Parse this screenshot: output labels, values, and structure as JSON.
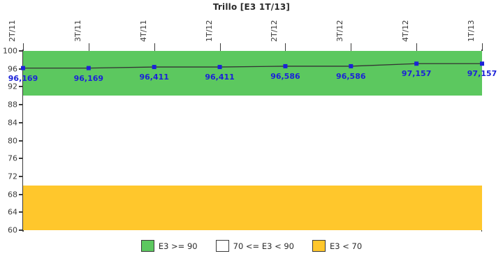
{
  "chart_data": {
    "type": "line",
    "title": "Trillo [E3 1T/13]",
    "xlabel": "",
    "ylabel": "",
    "categories": [
      "2T/11",
      "3T/11",
      "4T/11",
      "1T/12",
      "2T/12",
      "3T/12",
      "4T/12",
      "1T/13"
    ],
    "series": [
      {
        "name": "E3",
        "values": [
          96.169,
          96.169,
          96.411,
          96.411,
          96.586,
          96.586,
          97.157,
          97.157
        ],
        "value_labels": [
          "96,169",
          "96,169",
          "96,411",
          "96,411",
          "96,586",
          "96,586",
          "97,157",
          "97,157"
        ],
        "line_color": "#333333",
        "marker_color": "#1c22d8",
        "marker": "square"
      }
    ],
    "ylim": [
      60,
      100
    ],
    "yticks": [
      60,
      64,
      68,
      72,
      76,
      80,
      84,
      88,
      92,
      96,
      100
    ],
    "ytick_labels": [
      "60",
      "64",
      "68",
      "72",
      "76",
      "80",
      "84",
      "88",
      "92",
      "96",
      "100"
    ],
    "grid": false,
    "legend_position": "bottom",
    "bands": [
      {
        "name": "green-band",
        "label": "E3 >= 90",
        "from": 90,
        "to": 100,
        "color": "#5cc85f"
      },
      {
        "name": "white-band",
        "label": "70 <= E3 < 90",
        "from": 70,
        "to": 90,
        "color": "#ffffff"
      },
      {
        "name": "yellow-band",
        "label": "E3 < 70",
        "from": 60,
        "to": 70,
        "color": "#ffc72c"
      }
    ],
    "legend": [
      {
        "label": "E3 >= 90",
        "color": "#5cc85f"
      },
      {
        "label": "70 <= E3 < 90",
        "color": "#ffffff"
      },
      {
        "label": "E3 < 70",
        "color": "#ffc72c"
      }
    ]
  }
}
